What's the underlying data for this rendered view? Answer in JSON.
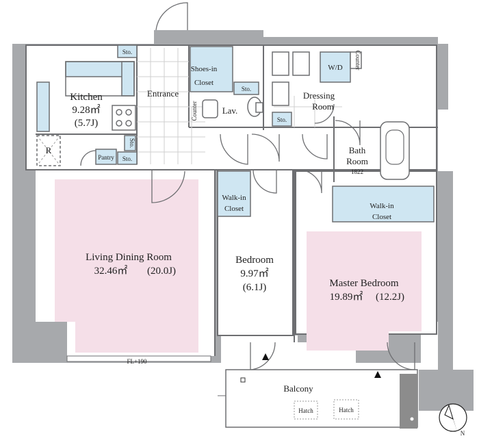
{
  "colors": {
    "wall": "#a7a9ac",
    "living_floor": "#f5dfe8",
    "storage": "#cfe6f2",
    "floor_line": "#9a9a9a"
  },
  "rooms": {
    "kitchen": {
      "name": "Kitchen",
      "area": "9.28㎡",
      "jo": "(5.7J)"
    },
    "entrance": {
      "name": "Entrance"
    },
    "shoes_closet": {
      "line1": "Shoes-in",
      "line2": "Closet"
    },
    "lav": {
      "name": "Lav."
    },
    "dressing": {
      "line1": "Dressing",
      "line2": "Room"
    },
    "bath": {
      "line1": "Bath",
      "line2": "Room",
      "line3": "1822"
    },
    "living": {
      "name": "Living Dining Room",
      "area": "32.46㎡",
      "jo": "(20.0J)"
    },
    "bedroom": {
      "name": "Bedroom",
      "area": "9.97㎡",
      "jo": "(6.1J)"
    },
    "master": {
      "name": "Master Bedroom",
      "area": "19.89㎡",
      "jo": "(12.2J)"
    },
    "walkin_left": {
      "line1": "Walk-in",
      "line2": "Closet"
    },
    "walkin_right": {
      "line1": "Walk-in",
      "line2": "Closet"
    },
    "balcony": {
      "name": "Balcony"
    }
  },
  "small_labels": {
    "sto_kitchen": "Sto.",
    "sto_lav": "Sto.",
    "sto_dressing": "Sto.",
    "sto_pantry": "Sto.",
    "sto_vertical": "Sto.",
    "pantry": "Pantry",
    "counter_entrance": "Counter",
    "counter_wd": "Counter",
    "wd": "W/D",
    "refrigerator": "R",
    "fl_note": "FL+190",
    "hatch_left": "Hatch",
    "hatch_right": "Hatch"
  },
  "compass": {
    "label": "N",
    "icon": "north-arrow-icon"
  }
}
